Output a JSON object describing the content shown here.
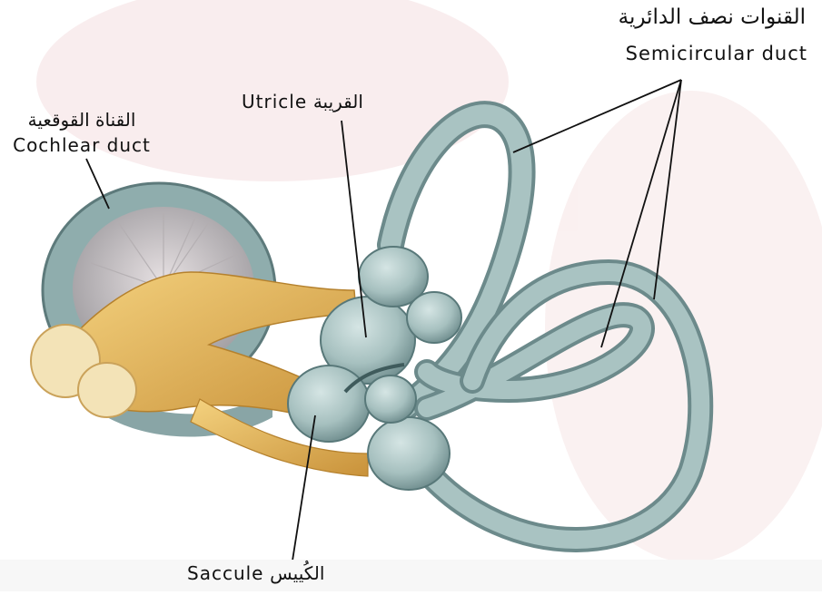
{
  "labels": {
    "semicircular_ar": "القنوات نصف الدائرية",
    "semicircular_en": "Semicircular duct",
    "utricle_en": "Utricle",
    "utricle_ar": "القريبة",
    "cochlear_ar": "القناة القوقعية",
    "cochlear_en": "Cochlear duct",
    "saccule_en": "Saccule",
    "saccule_ar": "الكُييس"
  },
  "colors": {
    "duct": "#a9c3c2",
    "duct_dark": "#6f8f90",
    "nerve": "#e6b85c",
    "cochlea_inner": "#c9c3c6",
    "watermark": "#f6e3e5"
  }
}
